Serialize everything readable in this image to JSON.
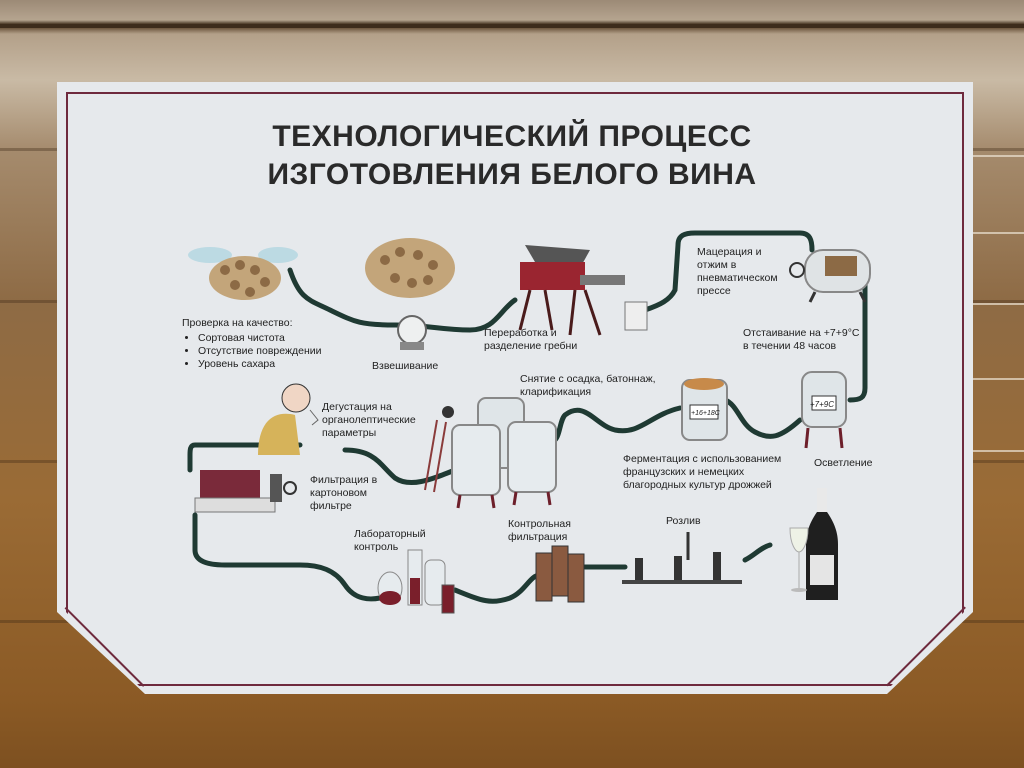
{
  "title": {
    "line1": "ТЕХНОЛОГИЧЕСКИЙ ПРОЦЕСС",
    "line2": "ИЗГОТОВЛЕНИЯ БЕЛОГО ВИНА"
  },
  "steps": [
    {
      "id": "quality-check",
      "heading": "Проверка на качество:",
      "bullets": [
        "Сортовая чистота",
        "Отсутствие повреждении",
        "Уровень сахара"
      ]
    },
    {
      "id": "weighing",
      "label": "Взвешивание"
    },
    {
      "id": "processing",
      "line1": "Переработка и",
      "line2": "разделение гребни"
    },
    {
      "id": "maceration",
      "line1": "Мацерация и",
      "line2": "отжим в",
      "line3": "пневматическом",
      "line4": "прессе"
    },
    {
      "id": "settling",
      "line1": "Отстаивание на +7+9°С",
      "line2": "в течении 48 часов"
    },
    {
      "id": "clarification",
      "label": "Осветление",
      "tank_temp": "+7+9С"
    },
    {
      "id": "fermentation",
      "line1": "Ферментация с использованием",
      "line2": "французских и немецких",
      "line3": "благородных культур дрожжей",
      "tank_temp": "+16+18С"
    },
    {
      "id": "racking",
      "line1": "Снятие с осадка, батоннаж,",
      "line2": "клариф​икация"
    },
    {
      "id": "tasting",
      "line1": "Дегустация на",
      "line2": "органолептические",
      "line3": "параметры"
    },
    {
      "id": "filtration",
      "line1": "Фильтрация в",
      "line2": "картоновом",
      "line3": "фильтре"
    },
    {
      "id": "lab-control",
      "line1": "Лабораторный",
      "line2": "контроль"
    },
    {
      "id": "control-filtration",
      "line1": "Контрольная",
      "line2": "фильтрация"
    },
    {
      "id": "bottling",
      "label": "Розлив"
    }
  ],
  "colors": {
    "board": "#e6e9ec",
    "frame": "#6e2a3d",
    "pipe": "#1f3a33",
    "wine_red": "#7a1f2b",
    "wood": "#8e6332",
    "title": "#2a2a2a"
  }
}
